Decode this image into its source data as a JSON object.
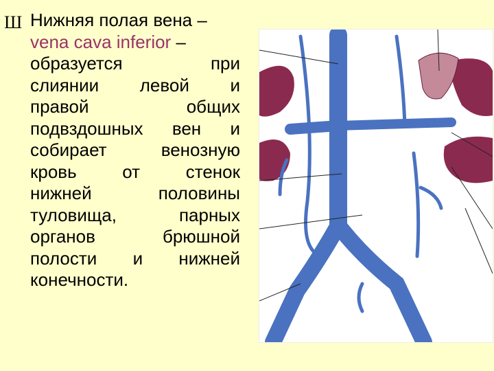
{
  "slide": {
    "bullet": "Ш",
    "heading": "Нижняя полая вена –",
    "latin_term": "vena cava inferior",
    "latin_suffix": "–",
    "lines": [
      [
        "образуется",
        "при"
      ],
      [
        "слиянии",
        "левой",
        "и"
      ],
      [
        "правой",
        "общих"
      ],
      [
        "подвздошных",
        "вен",
        "и"
      ],
      [
        "собирает",
        "венозную"
      ],
      [
        "кровь",
        "от",
        "стенок"
      ],
      [
        "нижней",
        "половины"
      ],
      [
        "туловища,",
        "парных"
      ],
      [
        "органов",
        "брюшной"
      ],
      [
        "полости",
        "и",
        "нижней"
      ],
      [
        "конечности."
      ]
    ]
  },
  "colors": {
    "background": "#FFFFCC",
    "term": "#993366",
    "vein": "#4A72C0",
    "kidney": "#8B2A4F",
    "adrenal": "#C48A9A"
  }
}
